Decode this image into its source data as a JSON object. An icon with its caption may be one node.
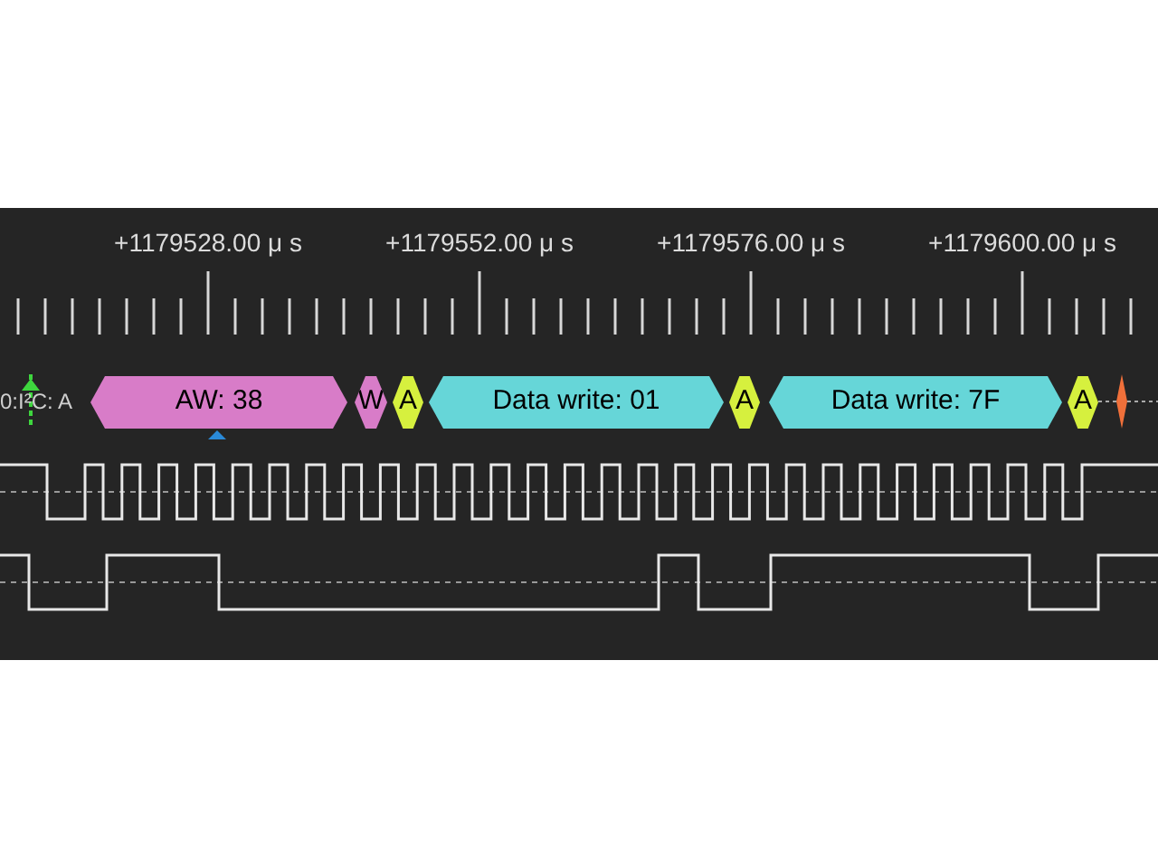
{
  "diagram": {
    "nodes": [
      {
        "text": [
          "AW: 38"
        ]
      },
      {
        "text": [
          "W"
        ]
      },
      {
        "text": [
          "A"
        ]
      },
      {
        "text": [
          "Data write: 01"
        ]
      },
      {
        "text": [
          "A"
        ]
      },
      {
        "text": [
          "Data write: 7F"
        ]
      },
      {
        "text": [
          "A"
        ]
      }
    ],
    "labels": [
      "+1179528.00 μ s",
      "+1179552.00 μ s",
      "+1179576.00 μ s",
      "+1179600.00 μ s",
      "0:I²C: A"
    ]
  }
}
